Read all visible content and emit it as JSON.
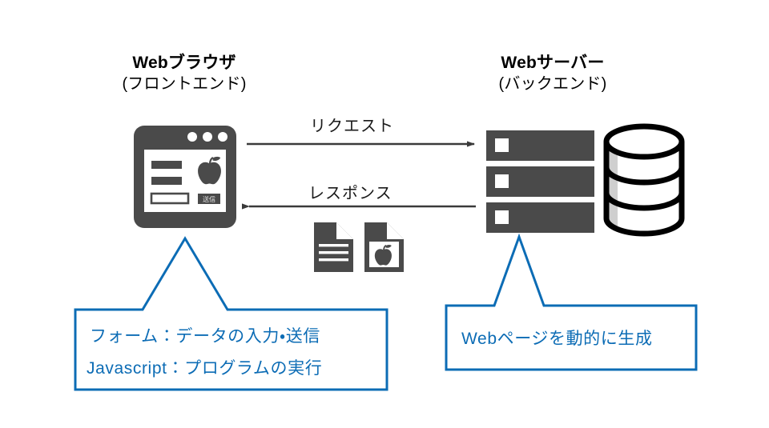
{
  "diagram": {
    "title_browser": {
      "main": "Webブラウザ",
      "sub": "(フロントエンド)"
    },
    "title_server": {
      "main": "Webサーバー",
      "sub": "(バックエンド)"
    },
    "arrows": {
      "request_label": "リクエスト",
      "response_label": "レスポンス"
    },
    "callout_left": {
      "line1": "フォーム：データの入力・送信",
      "line2": "Javascript：プログラムの実行"
    },
    "callout_right": {
      "line1": "Webページを動的に生成"
    },
    "browser_icon": {
      "submit_button_label": "送信"
    },
    "colors": {
      "accent_blue": "#0C6CB5",
      "icon_gray": "#4A4A4A",
      "arrow_gray": "#3A3A3A",
      "db_outline": "#000000",
      "db_shade": "#CFCFCF",
      "background": "#FFFFFF"
    }
  }
}
